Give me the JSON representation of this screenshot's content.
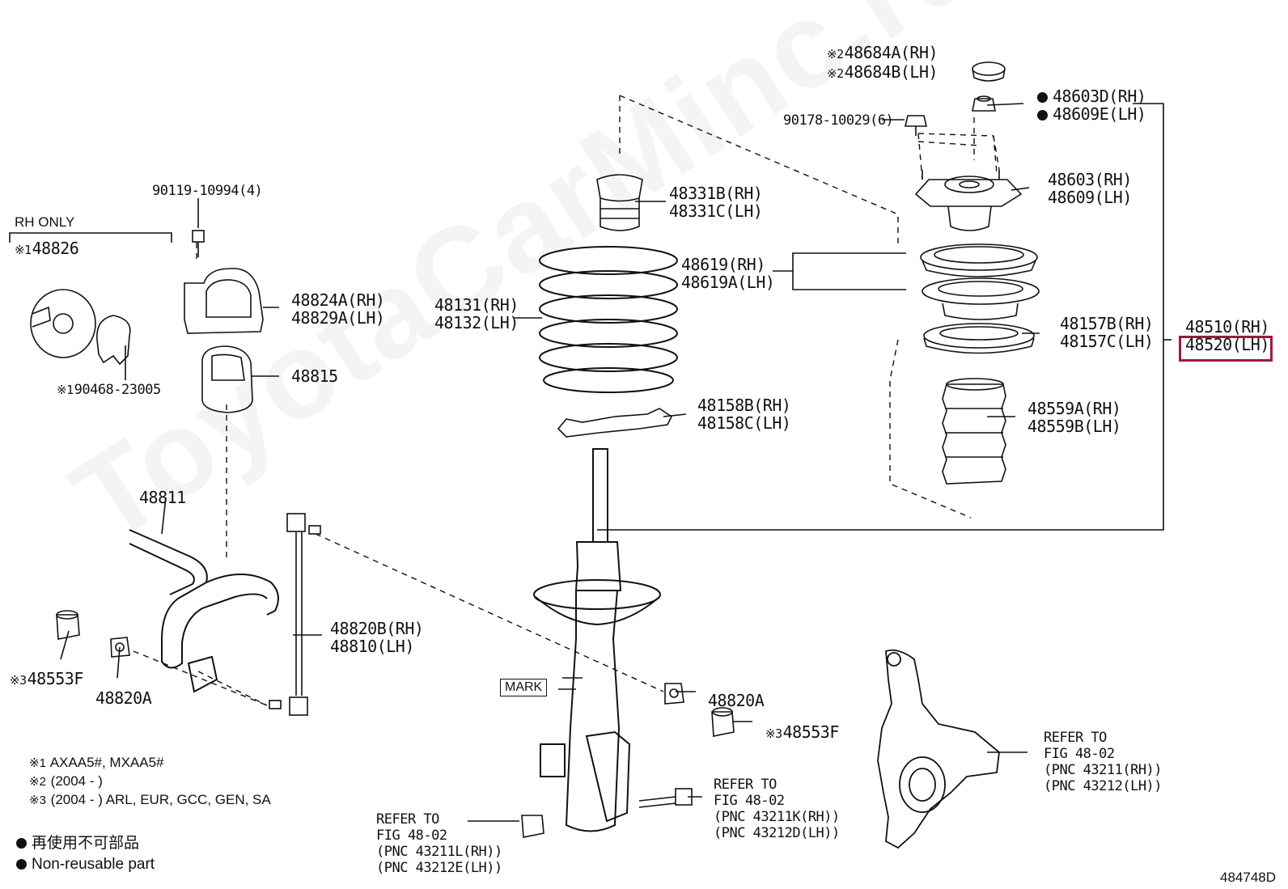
{
  "watermark": "ToyotaCarMinc.ru",
  "figure_code": "484748D",
  "colors": {
    "highlight": "#9b1c3a",
    "ink": "#111111",
    "watermark": "#aaaaaa"
  },
  "rh_only": {
    "title": "RH ONLY",
    "mark": "※1",
    "part": "48826"
  },
  "labels": {
    "p48684": {
      "mark": "※2",
      "rh": "48684A(RH)",
      "lh": "48684B(LH)"
    },
    "p48603d": {
      "rh": "48603D(RH)",
      "lh": "48609E(LH)"
    },
    "p90178": "90178-10029(6)",
    "p48603": {
      "rh": "48603(RH)",
      "lh": "48609(LH)"
    },
    "p48331": {
      "rh": "48331B(RH)",
      "lh": "48331C(LH)"
    },
    "p48619": {
      "rh": "48619(RH)",
      "lh": "48619A(LH)"
    },
    "p48131": {
      "rh": "48131(RH)",
      "lh": "48132(LH)"
    },
    "p48157": {
      "rh": "48157B(RH)",
      "lh": "48157C(LH)"
    },
    "p48510": {
      "rh": "48510(RH)",
      "lh": "48520(LH)"
    },
    "p48158": {
      "rh": "48158B(RH)",
      "lh": "48158C(LH)"
    },
    "p48559": {
      "rh": "48559A(RH)",
      "lh": "48559B(LH)"
    },
    "p90119": "90119-10994(4)",
    "p48824": {
      "rh": "48824A(RH)",
      "lh": "48829A(LH)"
    },
    "p48815": "48815",
    "p90468": {
      "mark": "※1",
      "part": "90468-23005"
    },
    "p48811": "48811",
    "p48820b": {
      "rh": "48820B(RH)",
      "lh": "48810(LH)"
    },
    "p48553f_left": {
      "mark": "※3",
      "part": "48553F"
    },
    "p48820a_left": "48820A",
    "p48820a_right": "48820A",
    "p48553f_right": {
      "mark": "※3",
      "part": "48553F"
    },
    "mark": "MARK"
  },
  "refer": {
    "right": {
      "line1": "REFER TO",
      "line2": "FIG 48-02",
      "line3": "(PNC 43211(RH))",
      "line4": "(PNC 43212(LH))"
    },
    "mid": {
      "line1": "REFER TO",
      "line2": "FIG 48-02",
      "line3": "(PNC 43211K(RH))",
      "line4": "(PNC 43212D(LH))"
    },
    "bottom": {
      "line1": "REFER TO",
      "line2": "FIG 48-02",
      "line3": "(PNC 43211L(RH))",
      "line4": "(PNC 43212E(LH))"
    }
  },
  "footnotes": [
    {
      "mark": "※1",
      "text": "AXAA5#, MXAA5#"
    },
    {
      "mark": "※2",
      "text": "(2004 -      )"
    },
    {
      "mark": "※3",
      "text": "(2004 -      ) ARL, EUR, GCC, GEN, SA"
    }
  ],
  "legend": {
    "jp": "再使用不可部品",
    "en": "Non-reusable part"
  }
}
